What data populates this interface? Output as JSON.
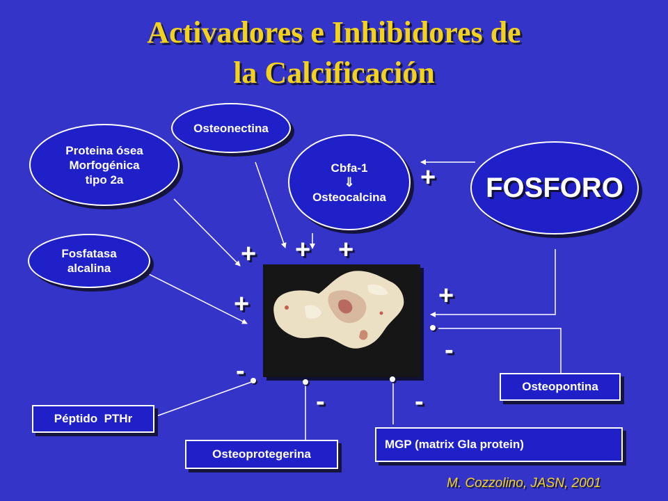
{
  "title": {
    "line1": "Activadores e Inhibidores de",
    "line2": "la Calcificación"
  },
  "nodes": {
    "osteonectina": "Osteonectina",
    "bmp": [
      "Proteina ósea",
      "Morfogénica",
      "tipo 2a"
    ],
    "cbfa": [
      "Cbfa-1",
      "⇓",
      "Osteocalcina"
    ],
    "fosforo": "FOSFORO",
    "fosfatasa": [
      "Fosfatasa",
      "alcalina"
    ],
    "osteopontina": "Osteopontina",
    "pthr": "Péptido  PTHr",
    "osteoprotegerina": "Osteoprotegerina",
    "mgp": "MGP (matrix Gla protein)"
  },
  "signs": {
    "plus": "+",
    "minus": "-"
  },
  "citation": "M. Cozzolino, JASN, 2001",
  "colors": {
    "background": "#3434c8",
    "title": "#f2d21c",
    "node_fill": "#2020c8"
  }
}
